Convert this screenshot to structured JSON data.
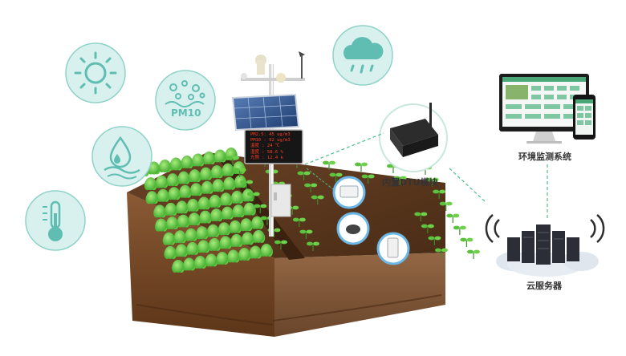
{
  "labels": {
    "dtu": "内置DTU模块",
    "monitor": "环境监测系统",
    "cloud": "云服务器",
    "pm_icon": "PM10"
  },
  "led_rows": [
    "PM2.5: 45  ug/m3",
    "PM10 : 92  ug/m3",
    "温度 :  24 ℃",
    "湿度 : 58.6 %",
    "光照 : 12.4 k"
  ],
  "icons": [
    "sun-icon",
    "pm10-icon",
    "rain-cloud-icon",
    "humidity-drop-icon",
    "thermometer-icon"
  ],
  "colors": {
    "icon_circle": "#d9f1ee",
    "icon_stroke": "#5fbdb2",
    "dashed_line": "#4cc08a",
    "plant": "#5cc23d",
    "soil": "#7a4a26"
  }
}
